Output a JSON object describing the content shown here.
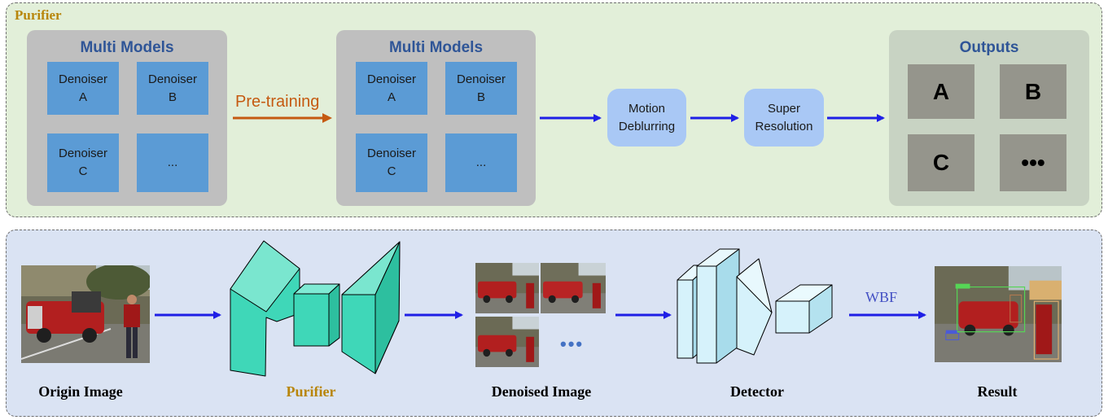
{
  "purifier_panel": {
    "title": "Purifier",
    "multi_models_left": {
      "title": "Multi Models",
      "cells": [
        {
          "line1": "Denoiser",
          "line2": "A"
        },
        {
          "line1": "Denoiser",
          "line2": "B"
        },
        {
          "line1": "Denoiser",
          "line2": "C"
        },
        {
          "line1": "...",
          "line2": ""
        }
      ]
    },
    "pretraining_label": "Pre-training",
    "multi_models_right": {
      "title": "Multi Models",
      "cells": [
        {
          "line1": "Denoiser",
          "line2": "A"
        },
        {
          "line1": "Denoiser",
          "line2": "B"
        },
        {
          "line1": "Denoiser",
          "line2": "C"
        },
        {
          "line1": "...",
          "line2": ""
        }
      ]
    },
    "motion_deblurring": {
      "line1": "Motion",
      "line2": "Deblurring"
    },
    "super_resolution": {
      "line1": "Super",
      "line2": "Resolution"
    },
    "outputs": {
      "title": "Outputs",
      "cells": [
        "A",
        "B",
        "C",
        "•••"
      ]
    },
    "colors": {
      "panel_bg": "#e2efd9",
      "title": "#b8860b",
      "denoiser": "#5b9bd5",
      "mm_title": "#2f5597",
      "pill": "#a9c8f5",
      "pretrain_arrow": "#c55a11",
      "flow_arrow": "#1f1fe6"
    }
  },
  "pipeline_panel": {
    "captions": {
      "origin": "Origin Image",
      "purifier": "Purifier",
      "denoised": "Denoised Image",
      "detector": "Detector",
      "result": "Result"
    },
    "wbf_label": "WBF",
    "dots": "•••",
    "colors": {
      "panel_bg": "#dae3f3",
      "purifier_caption": "#b8860b",
      "purifier_shape": "#3fd7b8",
      "detector_shape": "#d6f2fb",
      "wbf": "#4451c4"
    }
  }
}
